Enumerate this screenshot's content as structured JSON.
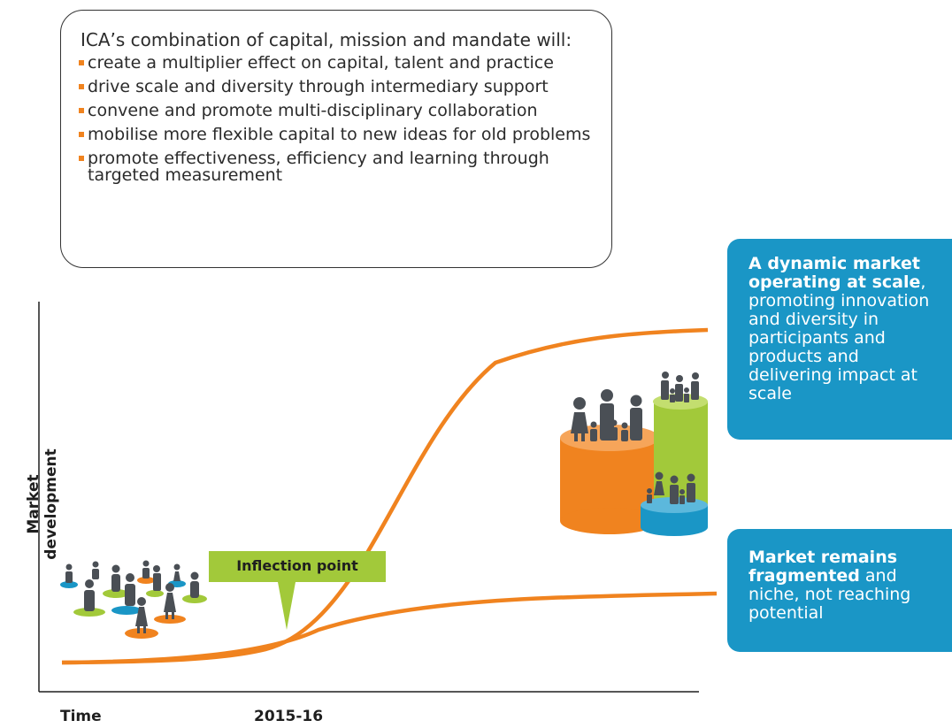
{
  "callout": {
    "heading": "ICA’s combination of capital, mission and mandate will:",
    "bullets": [
      "create a multiplier effect on capital, talent and practice",
      "drive scale and diversity through intermediary support",
      "convene and promote multi-disciplinary collaboration",
      "mobilise more flexible capital to new ideas for old problems",
      "promote effectiveness, efficiency and learning through targeted measurement"
    ]
  },
  "upper_outcome": {
    "bold": "A dynamic market operating at scale",
    "rest": ", promoting innovation and diversity in participants and products and delivering impact at scale"
  },
  "lower_outcome": {
    "bold": "Market remains fragmented",
    "rest": " and niche, not reaching potential"
  },
  "axes": {
    "y_label": "Market development",
    "x_start_label": "Time",
    "x_marker_label": "2015-16"
  },
  "inflection": {
    "label": "Inflection point"
  },
  "colors": {
    "orange": "#f0831f",
    "green": "#a2c93a",
    "blue": "#1a96c6",
    "people": "#4a4f55"
  }
}
